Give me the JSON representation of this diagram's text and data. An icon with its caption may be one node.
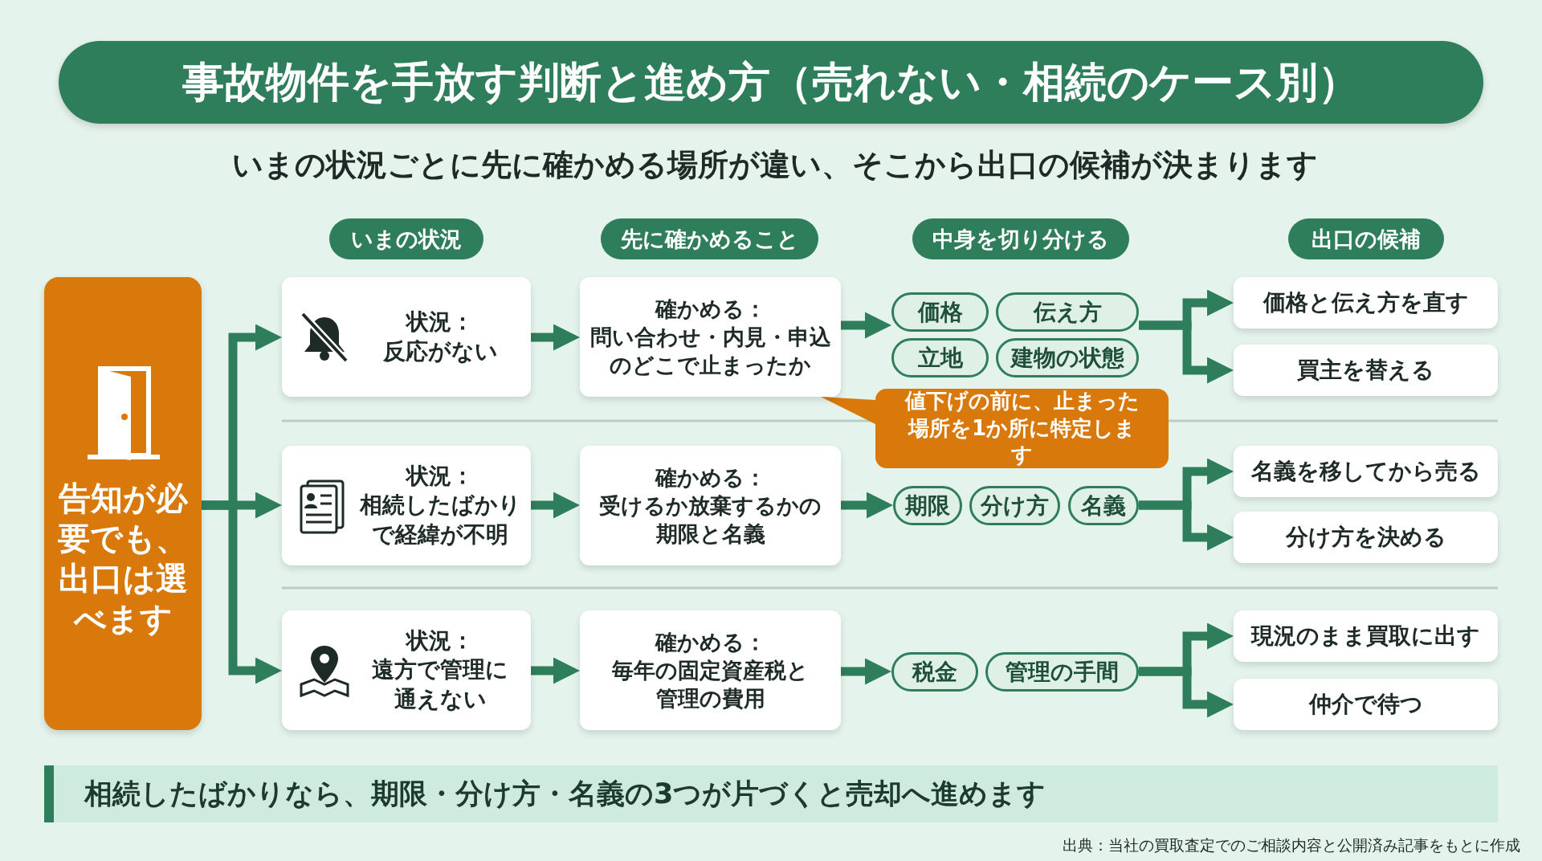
{
  "diagram": {
    "title": "事故物件を手放す判断と進め方（売れない・相続のケース別）",
    "nodes": [
      {
        "text": [
          "いまの状況"
        ]
      },
      {
        "text": [
          "先に確かめること"
        ]
      },
      {
        "text": [
          "中身を切り分ける"
        ]
      },
      {
        "text": [
          "出口の候補"
        ]
      },
      {
        "text": [
          "告知が必要でも、出口は選べます"
        ]
      },
      {
        "text": [
          "状況：",
          "反応がない"
        ]
      },
      {
        "text": [
          "確かめる：",
          "問い合わせ・内見・申込のどこで止まったか"
        ]
      },
      {
        "text": [
          "価格"
        ]
      },
      {
        "text": [
          "伝え方"
        ]
      },
      {
        "text": [
          "立地"
        ]
      },
      {
        "text": [
          "建物の状態"
        ]
      },
      {
        "text": [
          "価格と伝え方を直す"
        ]
      },
      {
        "text": [
          "買主を替える"
        ]
      },
      {
        "text": [
          "値下げの前に、止まった場所を1か所に特定します"
        ]
      },
      {
        "text": [
          "状況：",
          "相続したばかりで経緯が不明"
        ]
      },
      {
        "text": [
          "確かめる：",
          "受けるか放棄するかの期限と名義"
        ]
      },
      {
        "text": [
          "期限"
        ]
      },
      {
        "text": [
          "分け方"
        ]
      },
      {
        "text": [
          "名義"
        ]
      },
      {
        "text": [
          "名義を移してから売る"
        ]
      },
      {
        "text": [
          "分け方を決める"
        ]
      },
      {
        "text": [
          "状況：",
          "遠方で管理に通えない"
        ]
      },
      {
        "text": [
          "確かめる：",
          "毎年の固定資産税と管理の費用"
        ]
      },
      {
        "text": [
          "税金"
        ]
      },
      {
        "text": [
          "管理の手間"
        ]
      },
      {
        "text": [
          "現況のまま買取に出す"
        ]
      },
      {
        "text": [
          "仲介で待つ"
        ]
      },
      {
        "text": [
          "相続したばかりなら、期限・分け方・名義の3つが片づくと売却へ進めます"
        ]
      }
    ],
    "edges": [
      {
        "from": 4,
        "to": 5,
        "arrow": "to"
      },
      {
        "from": 4,
        "to": 14,
        "arrow": "to"
      },
      {
        "from": 4,
        "to": 21,
        "arrow": "to"
      },
      {
        "from": 5,
        "to": 6,
        "arrow": "to"
      },
      {
        "from": 14,
        "to": 15,
        "arrow": "to"
      },
      {
        "from": 21,
        "to": 22,
        "arrow": "to"
      },
      {
        "from": 6,
        "to": 7,
        "arrow": "to"
      },
      {
        "from": 15,
        "to": 16,
        "arrow": "to"
      },
      {
        "from": 22,
        "to": 23,
        "arrow": "to"
      },
      {
        "from": 8,
        "to": 11,
        "arrow": "to"
      },
      {
        "from": 8,
        "to": 12,
        "arrow": "to"
      },
      {
        "from": 18,
        "to": 19,
        "arrow": "to"
      },
      {
        "from": 18,
        "to": 20,
        "arrow": "to"
      },
      {
        "from": 24,
        "to": 25,
        "arrow": "to"
      },
      {
        "from": 24,
        "to": 26,
        "arrow": "to"
      },
      {
        "from": 13,
        "to": 6,
        "arrow": "none"
      }
    ],
    "labels": [
      "いまの状況ごとに先に確かめる場所が違い、そこから出口の候補が決まります",
      "出典：当社の買取査定でのご相談内容と公開済み記事をもとに作成"
    ]
  }
}
